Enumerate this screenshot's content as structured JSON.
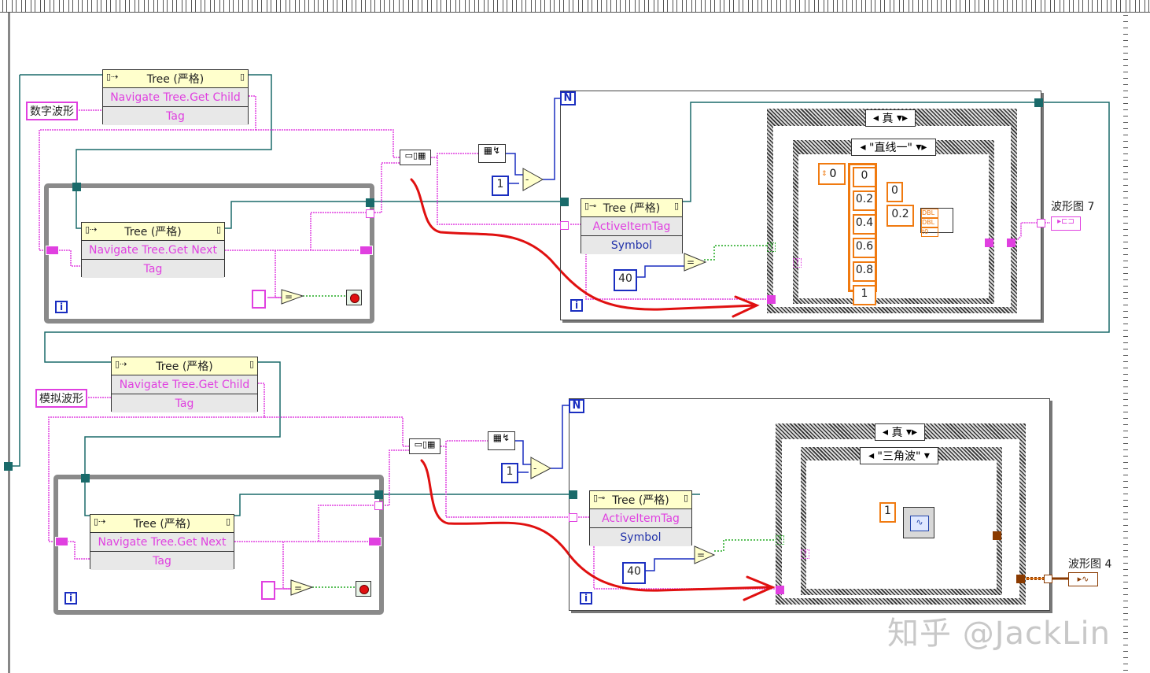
{
  "top_tree": {
    "tree_node_title": "Tree (严格)",
    "get_child_method": "Navigate Tree.Get Child",
    "get_next_method": "Navigate Tree.Get Next",
    "tag_label": "Tag",
    "input_label": "数字波形",
    "loop_iter": "i",
    "prop_node_title": "Tree (严格)",
    "prop_active": "ActiveItemTag",
    "prop_symbol": "Symbol",
    "const_one": "1",
    "const_forty": "40",
    "n_label": "N",
    "case_outer_sel": "真",
    "case_inner_sel": "\"直线一\"",
    "array_index": "0",
    "array_values": [
      "0",
      "0.2",
      "0.4",
      "0.6",
      "0.8",
      "1"
    ],
    "t0_const": "0",
    "dt_const": "0.2",
    "graph_label": "波形图 7",
    "question": "?"
  },
  "bottom_tree": {
    "tree_node_title": "Tree (严格)",
    "get_child_method": "Navigate Tree.Get Child",
    "get_next_method": "Navigate Tree.Get Next",
    "tag_label": "Tag",
    "input_label": "模拟波形",
    "loop_iter": "i",
    "prop_node_title": "Tree (严格)",
    "prop_active": "ActiveItemTag",
    "prop_symbol": "Symbol",
    "const_one": "1",
    "const_forty": "40",
    "n_label": "N",
    "case_outer_sel": "真",
    "case_inner_sel": "\"三角波\"",
    "wave_const": "1",
    "graph_label": "波形图 4",
    "question": "?"
  },
  "watermark": "知乎 @JackLin",
  "colors": {
    "pink_wire": "#e040e0",
    "teal_wire": "#1a6a6a",
    "blue_wire": "#1a2ec0",
    "orange_wire": "#f07a10",
    "green_wire": "#22aa22",
    "annotation_red": "#e01010"
  }
}
